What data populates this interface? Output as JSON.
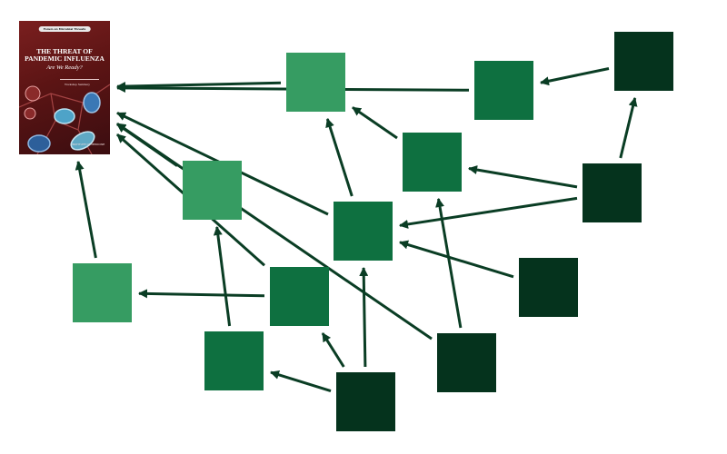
{
  "colors": {
    "background": "#ffffff",
    "edge": "#0a3d24",
    "light_green": "#369c62",
    "mid_green": "#0e7040",
    "dark_green": "#05331d",
    "cover_red": "#6a1a1a"
  },
  "cover": {
    "series_label": "Forum on Microbial Threats",
    "title_line1": "THE THREAT OF",
    "title_line2": "PANDEMIC INFLUENZA",
    "subtitle": "Are We Ready?",
    "summary_label": "Workshop Summary",
    "publisher": "INSTITUTE OF MEDICINE"
  },
  "nodes": [
    {
      "id": "root",
      "kind": "cover"
    },
    {
      "id": "n1",
      "shade": "light"
    },
    {
      "id": "n2",
      "shade": "mid"
    },
    {
      "id": "n3",
      "shade": "dark"
    },
    {
      "id": "n4",
      "shade": "mid"
    },
    {
      "id": "n5",
      "shade": "light"
    },
    {
      "id": "n6",
      "shade": "mid"
    },
    {
      "id": "n7",
      "shade": "dark"
    },
    {
      "id": "n8",
      "shade": "light"
    },
    {
      "id": "n9",
      "shade": "mid"
    },
    {
      "id": "n10",
      "shade": "dark"
    },
    {
      "id": "n11",
      "shade": "mid"
    },
    {
      "id": "n12",
      "shade": "dark"
    },
    {
      "id": "n13",
      "shade": "dark"
    }
  ],
  "edges": [
    {
      "from": "n1",
      "to": "root"
    },
    {
      "from": "n2",
      "to": "root"
    },
    {
      "from": "n3",
      "to": "n2"
    },
    {
      "from": "n4",
      "to": "n1"
    },
    {
      "from": "n7",
      "to": "n4"
    },
    {
      "from": "n7",
      "to": "n3"
    },
    {
      "from": "n7",
      "to": "n6"
    },
    {
      "from": "n5",
      "to": "root"
    },
    {
      "from": "n6",
      "to": "root"
    },
    {
      "from": "n6",
      "to": "n1"
    },
    {
      "from": "n10",
      "to": "n6"
    },
    {
      "from": "n8",
      "to": "root"
    },
    {
      "from": "n9",
      "to": "n8"
    },
    {
      "from": "n9",
      "to": "root"
    },
    {
      "from": "n11",
      "to": "n5"
    },
    {
      "from": "n12",
      "to": "root"
    },
    {
      "from": "n12",
      "to": "n4"
    },
    {
      "from": "n13",
      "to": "n11"
    },
    {
      "from": "n13",
      "to": "n9"
    },
    {
      "from": "n13",
      "to": "n6"
    }
  ]
}
